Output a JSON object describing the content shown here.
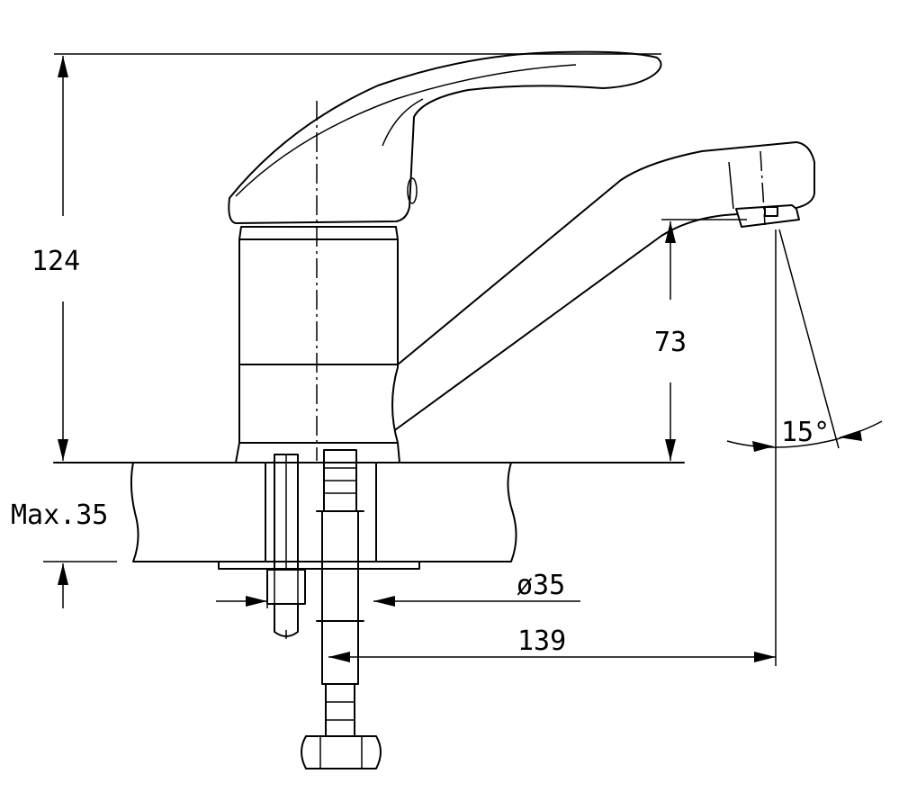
{
  "dimensions": {
    "total_height": "124",
    "spout_height": "73",
    "max_thickness": "Max.35",
    "hole_diameter": "ø35",
    "reach": "139",
    "angle": "15°"
  }
}
